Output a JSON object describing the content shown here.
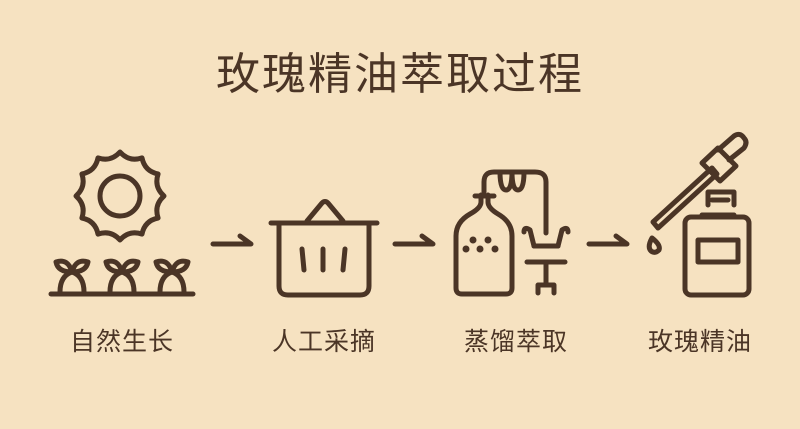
{
  "title": "玫瑰精油萃取过程",
  "steps": [
    {
      "label": "自然生长",
      "icon": "sun-and-sprouts-icon"
    },
    {
      "label": "人工采摘",
      "icon": "basket-icon"
    },
    {
      "label": "蒸馏萃取",
      "icon": "distillation-icon"
    },
    {
      "label": "玫瑰精油",
      "icon": "dropper-bottle-icon"
    }
  ],
  "colors": {
    "background": "#f6e2c1",
    "ink": "#4b3526"
  }
}
